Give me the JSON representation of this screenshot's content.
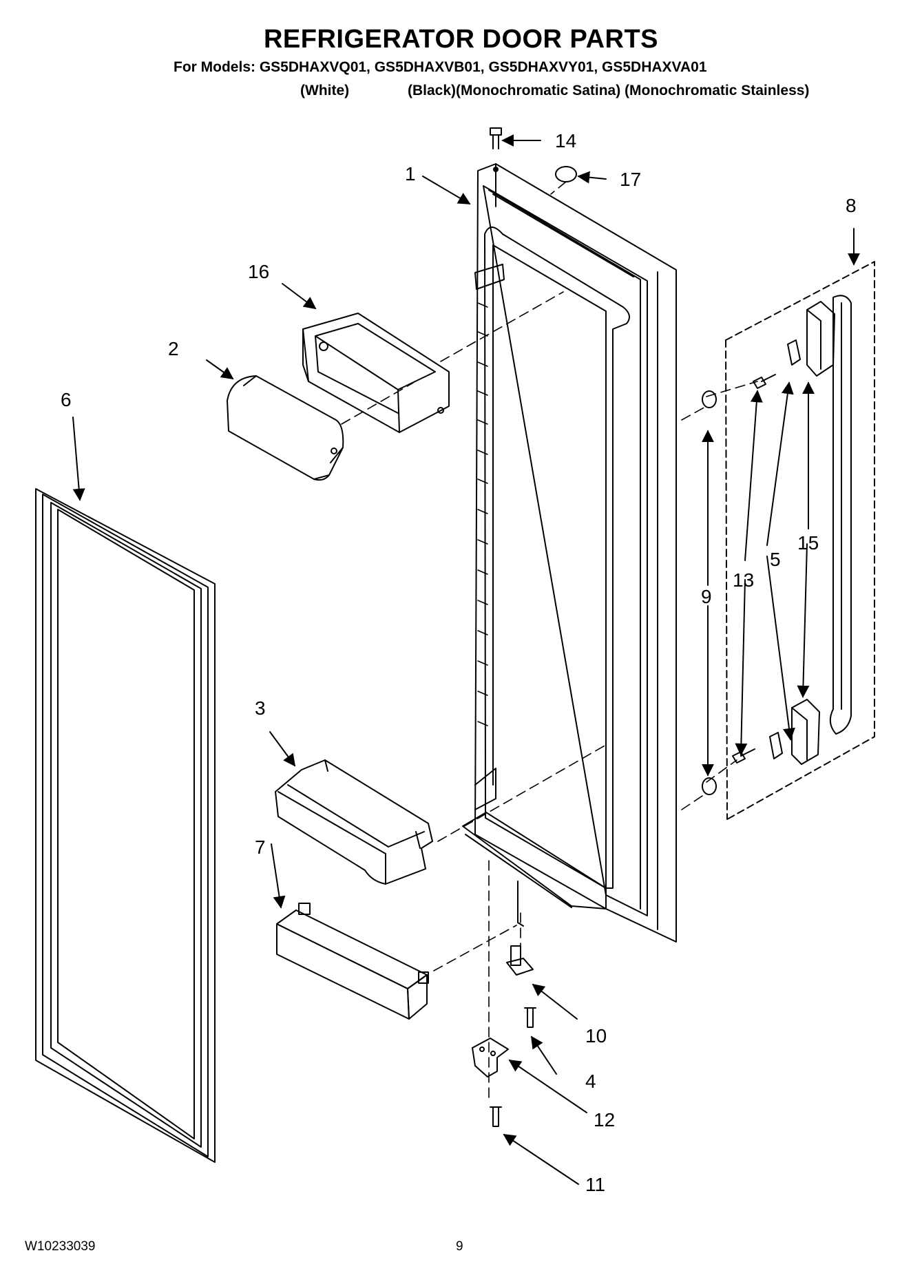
{
  "header": {
    "title": "REFRIGERATOR DOOR PARTS",
    "models_line": "For Models: GS5DHAXVQ01, GS5DHAXVB01, GS5DHAXVY01, GS5DHAXVA01",
    "variant_white": "(White)",
    "variant_others": "(Black)(Monochromatic Satina) (Monochromatic Stainless)"
  },
  "footer": {
    "doc_number": "W10233039",
    "page_number": "9"
  },
  "callouts": [
    "1",
    "2",
    "3",
    "4",
    "5",
    "6",
    "7",
    "8",
    "9",
    "10",
    "11",
    "12",
    "13",
    "14",
    "15",
    "16",
    "17"
  ],
  "colors": {
    "line": "#000000",
    "background": "#ffffff"
  }
}
